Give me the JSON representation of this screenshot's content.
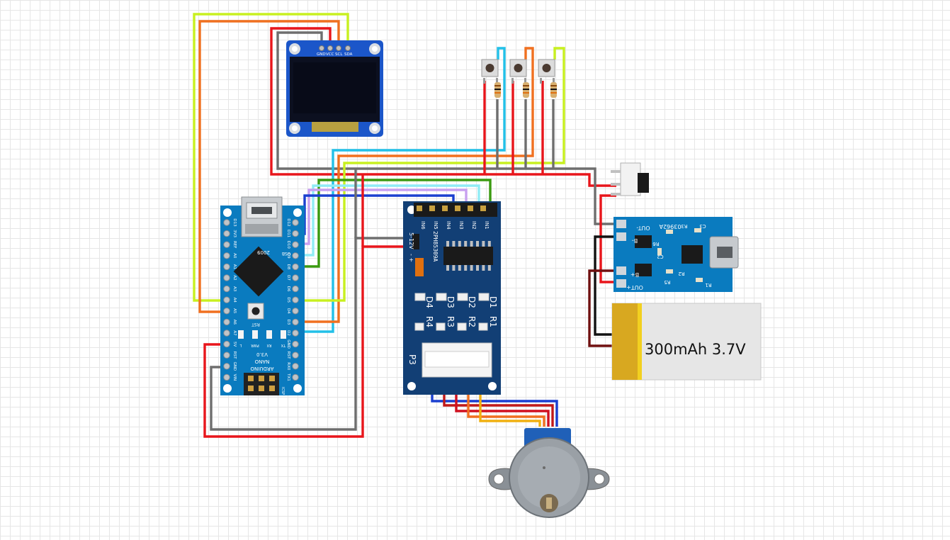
{
  "oled": {
    "pin_labels": [
      "GND",
      "VCC",
      "SCL",
      "SDA"
    ]
  },
  "arduino": {
    "board_name": "ARDUINO",
    "model": "NANO",
    "version": "V3.0",
    "year": "2009",
    "usb_label": "USB",
    "rst_label": "RST",
    "led_labels": [
      "L",
      "PWR",
      "RX",
      "TX"
    ],
    "icsp_label": "ICSP",
    "left_pins": [
      "D13",
      "3V3",
      "REF",
      "A0",
      "A1",
      "A2",
      "A3",
      "A4",
      "A5",
      "A6",
      "A7",
      "5V",
      "RST",
      "GND",
      "VIN"
    ],
    "right_pins": [
      "D12",
      "D11",
      "D10",
      "D9",
      "D8",
      "D7",
      "D6",
      "D5",
      "D4",
      "D3",
      "D2",
      "GND",
      "RST",
      "RX0",
      "TX1"
    ]
  },
  "driver": {
    "input_labels": [
      "IN1",
      "IN2",
      "IN3",
      "IN4",
      "IN5",
      "IN6"
    ],
    "chip_label": "2PH85309A",
    "power_label": "5-12V",
    "power_sub": "- +",
    "led_labels": [
      "D1",
      "D2",
      "D3",
      "D4"
    ],
    "resistor_labels": [
      "R1",
      "R2",
      "R3",
      "R4"
    ],
    "connector_label": "P3"
  },
  "charger": {
    "labels": [
      "OUT-",
      "B-",
      "B+",
      "OUT+"
    ],
    "chip_code": "03962A",
    "part_labels": [
      "R3",
      "C3",
      "R6",
      "C2",
      "R2",
      "R5",
      "R1"
    ]
  },
  "battery": {
    "capacity": "300mAh 3.7V"
  },
  "colors": {
    "pcb_blue": "#0a7bbf",
    "driver_blue": "#123f75",
    "wire_red": "#e8151b",
    "wire_orange": "#f07020",
    "wire_yellowgreen": "#c8f020",
    "wire_cyan": "#22c0e8",
    "wire_gray": "#6e6e6e",
    "wire_green": "#3a9a10",
    "wire_blue": "#1a3fd0",
    "wire_lavender": "#c8a0f0",
    "wire_lightcyan": "#90ecf5",
    "wire_darkred": "#701010",
    "battery_gold": "#d8a820"
  }
}
